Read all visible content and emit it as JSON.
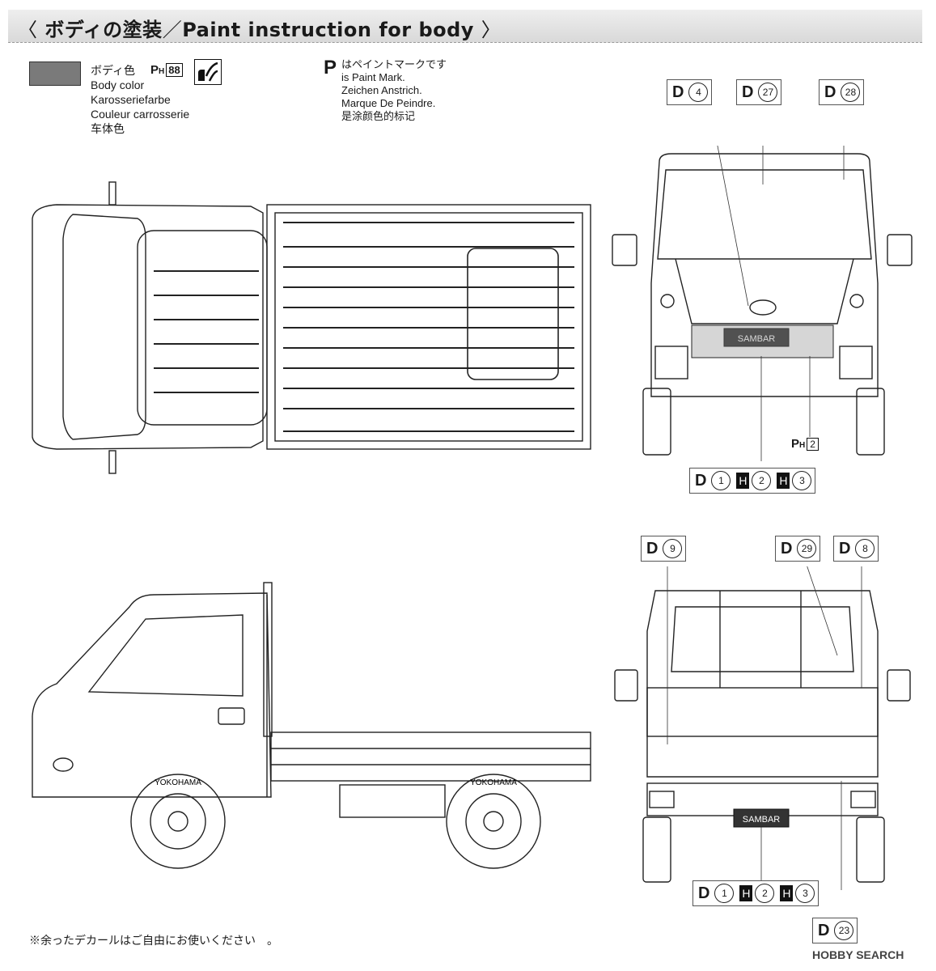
{
  "header": {
    "open": "〈",
    "title_ja": "ボディの塗装",
    "separator": "／",
    "title_en": "Paint instruction for body",
    "close": "〉"
  },
  "legend": {
    "swatch_color": "#7a7a7a",
    "lines": [
      "ボディ色",
      "Body color",
      "Karosseriefarbe",
      "Couleur carrosserie",
      "车体色"
    ],
    "paint_code_prefix": "P",
    "paint_code_sub": "H",
    "paint_code_num": "88"
  },
  "paint_note": {
    "mark": "P",
    "lines": [
      "はペイントマークです",
      "is Paint Mark.",
      "Zeichen Anstrich.",
      "Marque De Peindre.",
      "是涂颜色的标记"
    ]
  },
  "callouts": {
    "front_top": [
      {
        "letter": "D",
        "num": "4"
      },
      {
        "letter": "D",
        "num": "27"
      },
      {
        "letter": "D",
        "num": "28"
      }
    ],
    "front_bottom": {
      "letter": "D",
      "nums": [
        "1",
        "2",
        "3"
      ]
    },
    "rear_top": [
      {
        "letter": "D",
        "num": "9"
      },
      {
        "letter": "D",
        "num": "29"
      },
      {
        "letter": "D",
        "num": "8"
      }
    ],
    "rear_bottom": {
      "letter": "D",
      "nums": [
        "1",
        "2",
        "3"
      ]
    },
    "rear_extra": {
      "letter": "D",
      "num": "23"
    }
  },
  "ph2": {
    "prefix": "P",
    "sub": "H",
    "num": "2"
  },
  "labels": {
    "plate_front": "SAMBAR",
    "plate_rear": "SAMBAR",
    "tire_brand": "YOKOHAMA"
  },
  "footnote": "※余ったデカールはご自由にお使いください　。",
  "watermark": "HOBBY SEARCH"
}
